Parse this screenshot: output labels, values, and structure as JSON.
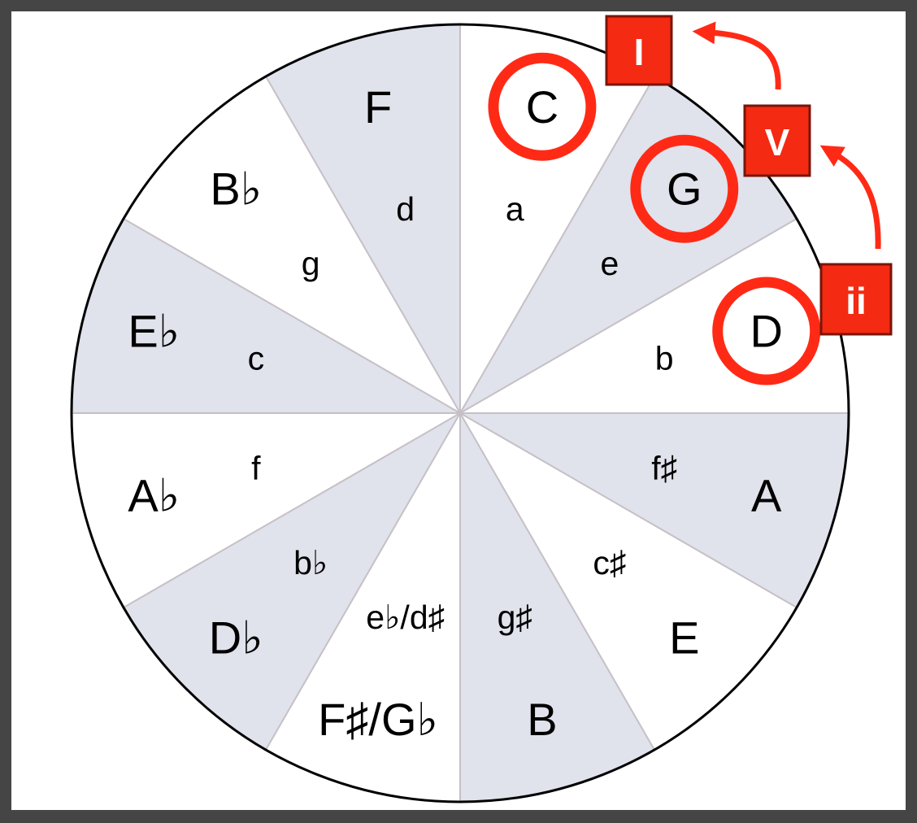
{
  "circle_of_fifths": {
    "segments": [
      {
        "major": "C",
        "minor": "a"
      },
      {
        "major": "G",
        "minor": "e"
      },
      {
        "major": "D",
        "minor": "b"
      },
      {
        "major": "A",
        "minor": "f♯"
      },
      {
        "major": "E",
        "minor": "c♯"
      },
      {
        "major": "B",
        "minor": "g♯"
      },
      {
        "major": "F♯/G♭",
        "minor": "e♭/d♯"
      },
      {
        "major": "D♭",
        "minor": "b♭"
      },
      {
        "major": "A♭",
        "minor": "f"
      },
      {
        "major": "E♭",
        "minor": "c"
      },
      {
        "major": "B♭",
        "minor": "g"
      },
      {
        "major": "F",
        "minor": "d"
      }
    ],
    "shaded_segments": [
      "G",
      "A",
      "B",
      "D♭",
      "E♭",
      "F"
    ],
    "highlighted_keys": [
      "C",
      "G",
      "D"
    ]
  },
  "progression": {
    "badges": [
      {
        "numeral": "I",
        "key": "C"
      },
      {
        "numeral": "V",
        "key": "G"
      },
      {
        "numeral": "ii",
        "key": "D"
      }
    ]
  },
  "colors": {
    "shaded_segment": "#e0e2ec",
    "unshaded_segment": "#ffffff",
    "divider": "#c6c0c6",
    "highlight_ring": "#ff2a16",
    "badge_fill": "#f42a12",
    "badge_border": "#7a1408",
    "arrow": "#ff2a16",
    "outer_border": "#454545"
  }
}
